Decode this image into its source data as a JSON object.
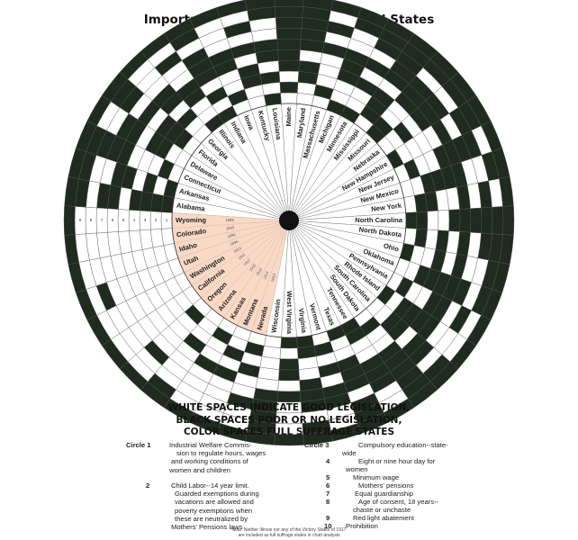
{
  "title": [
    "Important Legislation in the United States",
    "Affecting Women and Children"
  ],
  "caption": [
    "WHITE SPACES INDICATE GOOD LEGISLATION,",
    "BLACK SPACES POOR OR NO LEGISLATION,",
    "COLOR SPACES FULL SUFFRAGE STATES"
  ],
  "colors": {
    "black": "#1f2b1f",
    "suffrage": "#f8d9c6",
    "suffrage_stroke": "#e2b79f",
    "line": "#555555"
  },
  "chart_data": {
    "type": "circular-table",
    "states": [
      "Alabama",
      "Arkansas",
      "Connecticut",
      "Delaware",
      "Florida",
      "Georgia",
      "Illinois",
      "Indiana",
      "Iowa",
      "Kentucky",
      "Louisiana",
      "Maine",
      "Maryland",
      "Massachusetts",
      "Michigan",
      "Minnesota",
      "Mississippi",
      "Missouri",
      "Nebraska",
      "New Hampshire",
      "New Jersey",
      "New Mexico",
      "New York",
      "North Carolina",
      "North Dakota",
      "Ohio",
      "Oklahoma",
      "Pennsylvania",
      "Rhode Island",
      "South Carolina",
      "South Dakota",
      "Tennessee",
      "Texas",
      "Vermont",
      "Virginia",
      "West Virginia",
      "Wisconsin",
      "Nevada",
      "Montana",
      "Kansas",
      "Arizona",
      "Oregon",
      "California",
      "Washington",
      "Utah",
      "Idaho",
      "Colorado",
      "Wyoming"
    ],
    "suffrage_states": [
      "Nevada",
      "Montana",
      "Kansas",
      "Arizona",
      "Oregon",
      "California",
      "Washington",
      "Utah",
      "Idaho",
      "Colorado",
      "Wyoming"
    ],
    "suffrage_years": [
      "1914",
      "1914",
      "1912",
      "1912",
      "1912",
      "1911",
      "1910",
      "1896",
      "1896",
      "1893",
      "1869"
    ],
    "circle_numbers": [
      "10",
      "9",
      "8",
      "7",
      "6",
      "5",
      "4",
      "3",
      "2",
      "1"
    ],
    "legislation_rows": [
      [
        1,
        1,
        0,
        0,
        0,
        0,
        1,
        1,
        0,
        0,
        1,
        0,
        0,
        0,
        1,
        1,
        0,
        1,
        0,
        1,
        0,
        0,
        0,
        1,
        0,
        1,
        0,
        0,
        1,
        0,
        0,
        1,
        1,
        0,
        1,
        1,
        0,
        0,
        0,
        0,
        0,
        0,
        0,
        0,
        0,
        0,
        0,
        0
      ],
      [
        1,
        0,
        1,
        0,
        1,
        0,
        0,
        0,
        1,
        0,
        0,
        1,
        0,
        1,
        0,
        0,
        1,
        1,
        0,
        0,
        1,
        0,
        1,
        1,
        1,
        0,
        0,
        1,
        0,
        0,
        1,
        1,
        0,
        1,
        1,
        0,
        0,
        1,
        0,
        1,
        0,
        1,
        0,
        0,
        0,
        0,
        0,
        0
      ],
      [
        1,
        1,
        0,
        1,
        1,
        1,
        0,
        1,
        0,
        1,
        1,
        0,
        1,
        0,
        0,
        0,
        1,
        0,
        1,
        0,
        0,
        1,
        1,
        0,
        0,
        0,
        1,
        0,
        1,
        1,
        0,
        0,
        0,
        0,
        0,
        1,
        0,
        0,
        1,
        0,
        0,
        0,
        0,
        0,
        0,
        0,
        0,
        0
      ],
      [
        1,
        0,
        0,
        1,
        1,
        0,
        1,
        0,
        0,
        1,
        0,
        1,
        1,
        0,
        1,
        1,
        1,
        0,
        0,
        0,
        0,
        1,
        0,
        0,
        1,
        1,
        1,
        0,
        1,
        1,
        0,
        0,
        1,
        1,
        0,
        1,
        0,
        1,
        0,
        0,
        1,
        0,
        0,
        0,
        0,
        0,
        0,
        0
      ],
      [
        0,
        1,
        0,
        0,
        0,
        1,
        1,
        1,
        1,
        0,
        1,
        1,
        0,
        0,
        1,
        0,
        0,
        1,
        1,
        0,
        1,
        1,
        0,
        1,
        0,
        0,
        1,
        1,
        1,
        0,
        1,
        1,
        1,
        0,
        1,
        0,
        0,
        0,
        1,
        1,
        0,
        0,
        0,
        0,
        0,
        0,
        0,
        0
      ],
      [
        1,
        1,
        1,
        1,
        1,
        1,
        0,
        1,
        1,
        1,
        1,
        1,
        1,
        1,
        1,
        1,
        1,
        1,
        1,
        1,
        1,
        1,
        1,
        1,
        1,
        1,
        1,
        1,
        1,
        1,
        1,
        1,
        1,
        1,
        1,
        1,
        1,
        0,
        0,
        0,
        0,
        0,
        0,
        0,
        0,
        0,
        0,
        0
      ],
      [
        1,
        0,
        1,
        1,
        0,
        0,
        0,
        1,
        0,
        0,
        0,
        1,
        1,
        0,
        0,
        0,
        1,
        1,
        1,
        0,
        1,
        0,
        0,
        1,
        0,
        0,
        1,
        0,
        0,
        1,
        1,
        1,
        0,
        1,
        1,
        0,
        1,
        1,
        0,
        0,
        0,
        1,
        0,
        0,
        0,
        0,
        0,
        0
      ],
      [
        0,
        0,
        1,
        0,
        1,
        0,
        1,
        0,
        0,
        1,
        0,
        1,
        1,
        1,
        0,
        1,
        1,
        0,
        0,
        1,
        1,
        0,
        1,
        1,
        1,
        0,
        0,
        1,
        0,
        0,
        1,
        0,
        1,
        0,
        0,
        0,
        1,
        0,
        0,
        0,
        0,
        0,
        0,
        0,
        1,
        0,
        0,
        0
      ],
      [
        1,
        1,
        1,
        0,
        1,
        0,
        0,
        1,
        0,
        0,
        1,
        1,
        1,
        0,
        1,
        1,
        1,
        1,
        1,
        1,
        0,
        1,
        0,
        1,
        1,
        1,
        1,
        0,
        0,
        1,
        1,
        0,
        1,
        0,
        1,
        0,
        1,
        0,
        0,
        0,
        1,
        0,
        0,
        0,
        0,
        0,
        0,
        0
      ],
      [
        1,
        1,
        1,
        1,
        1,
        1,
        1,
        1,
        1,
        1,
        1,
        1,
        1,
        1,
        1,
        1,
        1,
        1,
        1,
        1,
        1,
        1,
        1,
        1,
        1,
        1,
        1,
        1,
        1,
        1,
        1,
        1,
        1,
        1,
        1,
        1,
        1,
        1,
        1,
        1,
        1,
        1,
        1,
        1,
        1,
        1,
        1,
        1
      ]
    ]
  },
  "legend": {
    "items": [
      {
        "num": "Circle 1",
        "lines": [
          "Industrial Welfare Commis-",
          "sion to regulate hours, wages",
          "and working  conditions of",
          "women and children"
        ]
      },
      {
        "num": "2",
        "lines": [
          "Child Labor--14 year limit.",
          "Guarded  exemptions during",
          "vacations are allowed and",
          "poverty  exemptions  when",
          "these are neutralized  by",
          "Mothers' Pensions laws"
        ]
      },
      {
        "num": "Circle 3",
        "lines": [
          "Compulsory education--state-",
          "wide"
        ]
      },
      {
        "num": "4",
        "lines": [
          "Eight or  nine hour  day for",
          "women"
        ]
      },
      {
        "num": "5",
        "lines": [
          "Minimum wage"
        ]
      },
      {
        "num": "6",
        "lines": [
          "Mothers' pensions"
        ]
      },
      {
        "num": "7",
        "lines": [
          "Equal guardianship"
        ]
      },
      {
        "num": "8",
        "lines": [
          "Age of consent, 18 years--",
          "chaste or unchaste"
        ]
      },
      {
        "num": "9",
        "lines": [
          "Red light abatement"
        ]
      },
      {
        "num": "10",
        "lines": [
          "Prohibition"
        ]
      }
    ]
  },
  "note": [
    "Note: Neither Illinois nor any of the Victory States of 1917",
    "are included as full suffrage states in chart analysis"
  ]
}
